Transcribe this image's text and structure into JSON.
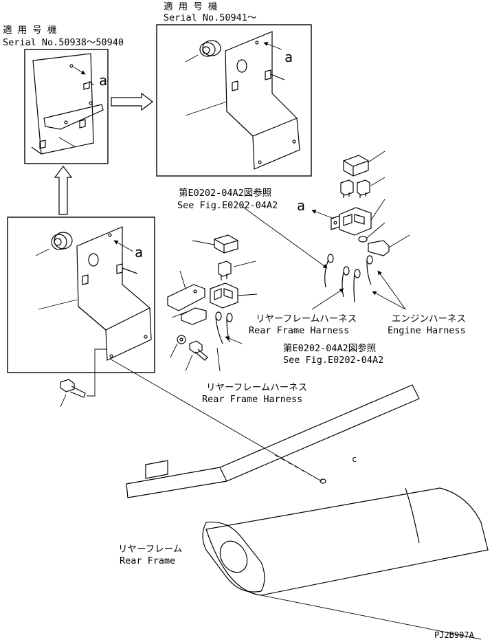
{
  "serial_labels": {
    "old": {
      "title": "適 用 号 機",
      "serial": "Serial No.50938～50940"
    },
    "new": {
      "title": "適 用 号 機",
      "serial": "Serial No.50941～"
    }
  },
  "markers": {
    "a1": "a",
    "a2": "a",
    "a3": "a",
    "a4": "a",
    "c": "c"
  },
  "references": {
    "top": {
      "jp": "第E0202-04A2図参照",
      "en": "See Fig.E0202-04A2"
    },
    "mid": {
      "jp": "第E0202-04A2図参照",
      "en": "See Fig.E0202-04A2"
    }
  },
  "harness_labels": {
    "rear_frame_right": {
      "jp": "リヤーフレームハーネス",
      "en": "Rear Frame Harness"
    },
    "engine": {
      "jp": "エンジンハーネス",
      "en": "Engine Harness"
    },
    "rear_frame_left": {
      "jp": "リヤーフレームハーネス",
      "en": "Rear Frame Harness"
    }
  },
  "rear_frame_label": {
    "jp": "リヤーフレーム",
    "en": "Rear Frame"
  },
  "figure_code": "PJ2B907A"
}
